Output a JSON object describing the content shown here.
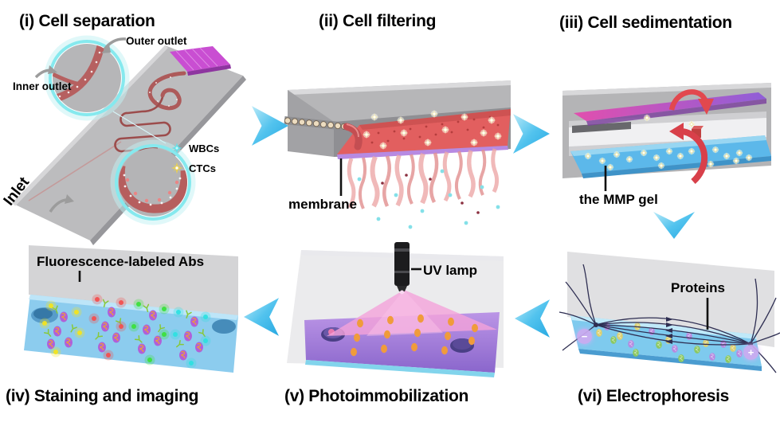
{
  "panels": {
    "i": {
      "title": "(i) Cell separation",
      "outer_outlet": "Outer outlet",
      "inner_outlet": "Inner outlet",
      "inlet": "Inlet",
      "legend": [
        {
          "name": "wbc-star",
          "label": "WBCs",
          "color": "#5fe2ea"
        },
        {
          "name": "ctc-star",
          "label": "CTCs",
          "color": "#e6cf58"
        }
      ]
    },
    "ii": {
      "title": "(ii) Cell filtering",
      "membrane_label": "membrane"
    },
    "iii": {
      "title": "(iii) Cell sedimentation",
      "gel_label": "the MMP gel"
    },
    "iv": {
      "title": "(iv) Staining and imaging",
      "abs_label": "Fluorescence-labeled Abs"
    },
    "v": {
      "title": "(v) Photoimmobilization",
      "lamp_label": "UV lamp"
    },
    "vi": {
      "title": "(vi) Electrophoresis",
      "proteins_label": "Proteins",
      "electrode_negative": "−",
      "electrode_positive": "+"
    }
  },
  "flow_arrows": [
    {
      "from": "i",
      "to": "ii",
      "direction": "right"
    },
    {
      "from": "ii",
      "to": "iii",
      "direction": "right"
    },
    {
      "from": "iii",
      "to": "vi",
      "direction": "down"
    },
    {
      "from": "vi",
      "to": "v",
      "direction": "left"
    },
    {
      "from": "v",
      "to": "iv",
      "direction": "left"
    }
  ],
  "colors": {
    "arrow_cyan": "#3cbdee",
    "chip_grey": "#bcbcbe",
    "channel_red": "#a85252",
    "magenta_chip": "#c94ed2",
    "blood_pool_red": "#e25f5f",
    "membrane_purple": "#b78ae2",
    "gel_blue": "#5cb8ea",
    "mmp_plate_magenta": "#d84fb0",
    "uv_light_pink": "#f4a2da",
    "slab_purple": "#9a74d4",
    "field_line_navy": "#2e2e52"
  }
}
